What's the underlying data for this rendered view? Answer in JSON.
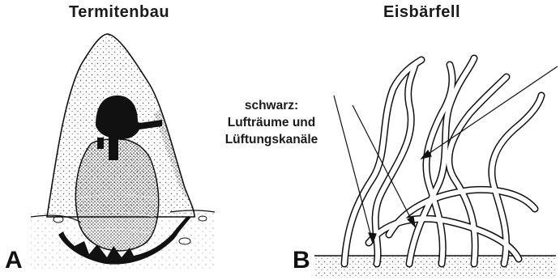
{
  "panel_a": {
    "title": "Termitenbau",
    "letter": "A"
  },
  "panel_b": {
    "title": "Eisbärfell",
    "letter": "B"
  },
  "caption": {
    "line1": "schwarz:",
    "line2": "Lufträume und",
    "line3": "Lüftungskanäle"
  },
  "colors": {
    "ink": "#111111",
    "stipple": "#555555",
    "background": "#ffffff"
  }
}
